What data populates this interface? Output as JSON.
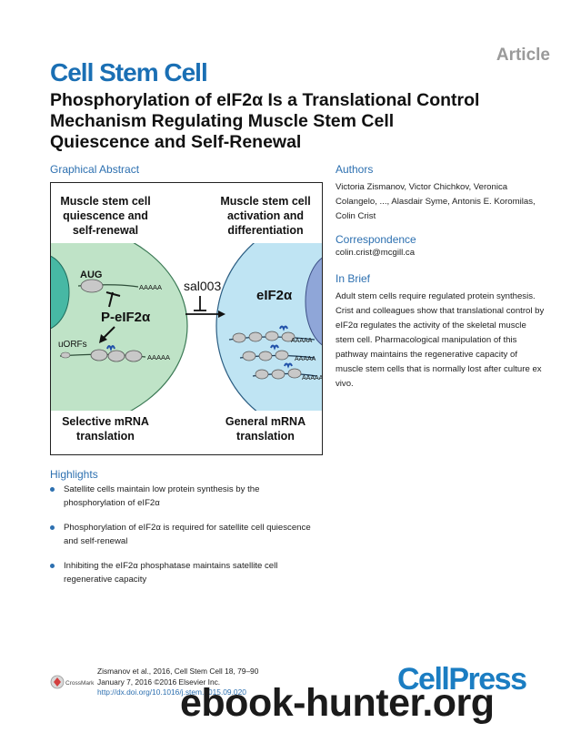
{
  "header": {
    "article_label": "Article",
    "journal": "Cell Stem Cell",
    "title_lines": [
      "Phosphorylation of eIF2α Is a Translational Control",
      "Mechanism Regulating Muscle Stem Cell",
      "Quiescence and Self-Renewal"
    ]
  },
  "graphical_abstract": {
    "heading": "Graphical Abstract",
    "left_title": [
      "Muscle stem cell",
      "quiescence and",
      "self-renewal"
    ],
    "right_title": [
      "Muscle stem cell",
      "activation and",
      "differentiation"
    ],
    "aug": "AUG",
    "aaaa": "AAAAA",
    "p_eif2a": "P-eIF2α",
    "uorfs": "uORFs",
    "drug": "sal003",
    "eif2a": "eIF2α",
    "left_bottom": [
      "Selective mRNA",
      "translation"
    ],
    "right_bottom": [
      "General mRNA",
      "translation"
    ],
    "colors": {
      "left_cell": "#bfe3c7",
      "left_nucleus": "#47b8a4",
      "right_cell": "#bfe4f3",
      "right_nucleus": "#8fa6d8",
      "ribosome": "#c8c8c8",
      "factor": "#1f4fa8"
    }
  },
  "authors": {
    "heading": "Authors",
    "text": "Victoria Zismanov, Victor Chichkov, Veronica Colangelo, ..., Alasdair Syme, Antonis E. Koromilas, Colin Crist"
  },
  "correspondence": {
    "heading": "Correspondence",
    "email": "colin.crist@mcgill.ca"
  },
  "in_brief": {
    "heading": "In Brief",
    "text": "Adult stem cells require regulated protein synthesis. Crist and colleagues show that translational control by eIF2α regulates the activity of the skeletal muscle stem cell. Pharmacological manipulation of this pathway maintains the regenerative capacity of muscle stem cells that is normally lost after culture ex vivo."
  },
  "highlights": {
    "heading": "Highlights",
    "items": [
      "Satellite cells maintain low protein synthesis by the phosphorylation of eIF2α",
      "Phosphorylation of eIF2α is required for satellite cell quiescence and self-renewal",
      "Inhibiting the eIF2α phosphatase maintains satellite cell regenerative capacity"
    ]
  },
  "citation": {
    "line1": "Zismanov et al., 2016, Cell Stem Cell 18, 79–90",
    "line2": "January 7, 2016 ©2016 Elsevier Inc.",
    "doi": "http://dx.doi.org/10.1016/j.stem.2015.09.020"
  },
  "logos": {
    "crossmark": "CrossMark",
    "cellpress": "CellPress",
    "watermark": "ebook-hunter.org"
  }
}
